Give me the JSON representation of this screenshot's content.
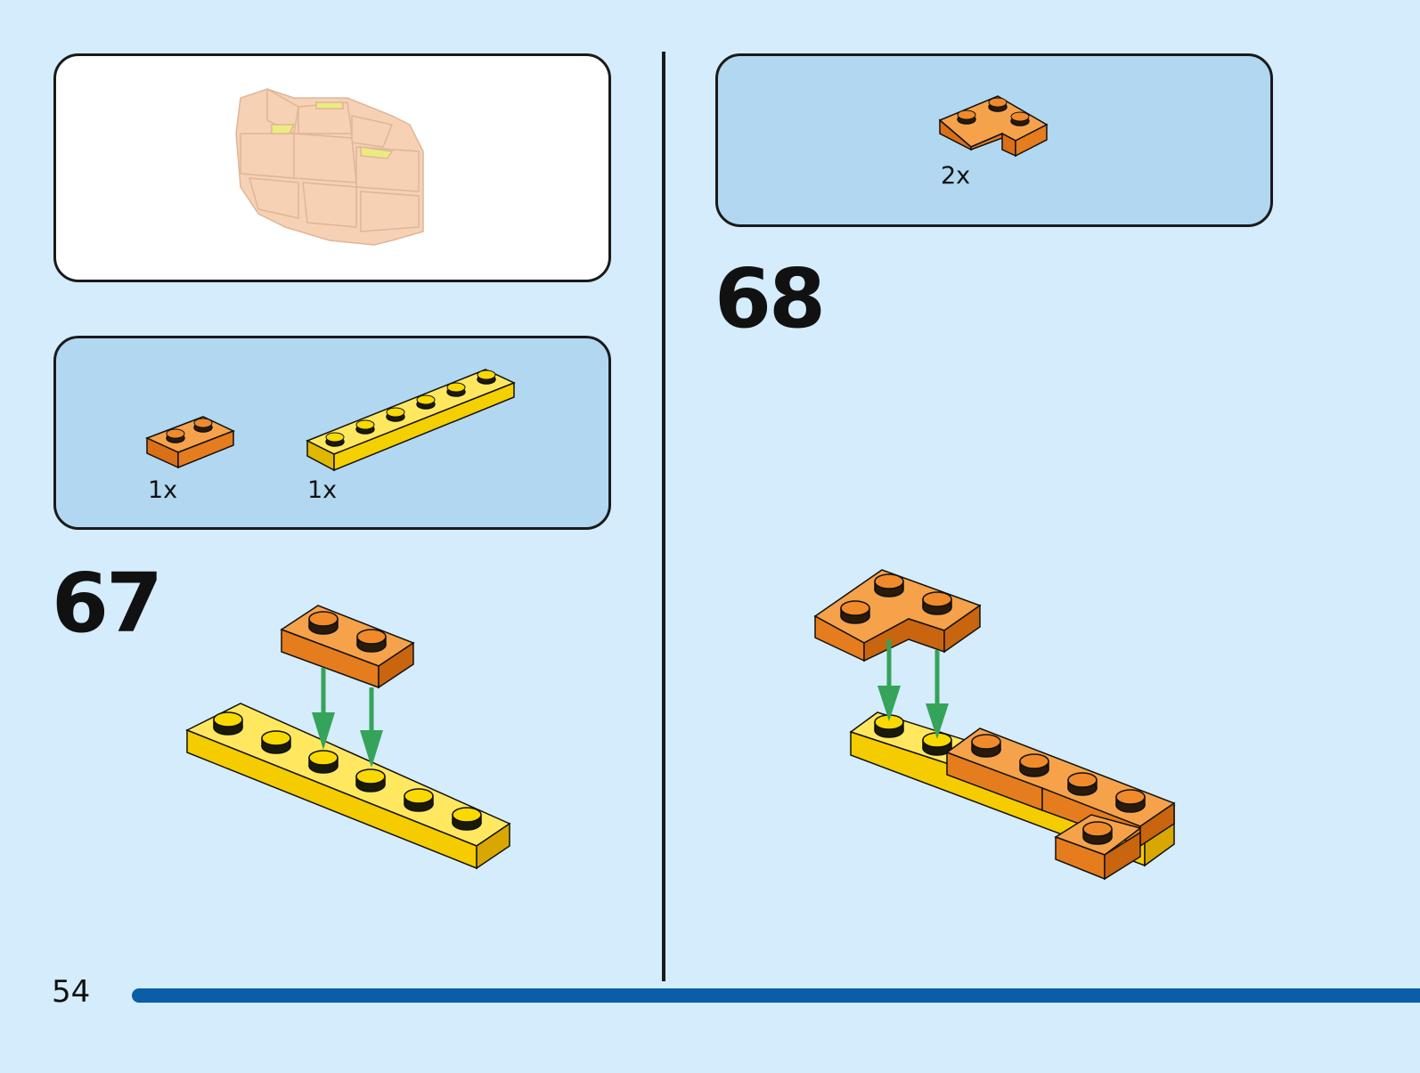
{
  "page": {
    "number": "54"
  },
  "steps": [
    {
      "number": "67",
      "parts": [
        {
          "qty": "1x",
          "part": "plate 1x2",
          "color": "orange"
        },
        {
          "qty": "1x",
          "part": "plate 1x6",
          "color": "yellow"
        }
      ]
    },
    {
      "number": "68",
      "parts": [
        {
          "qty": "2x",
          "part": "corner plate 2x2",
          "color": "orange"
        }
      ]
    }
  ],
  "colors": {
    "background": "#d4ecfb",
    "parts_panel": "#b2d7f1",
    "orange": "#f08a2a",
    "yellow": "#f9d900",
    "arrow": "#36a35a",
    "accent_bar": "#0a5ea8"
  }
}
